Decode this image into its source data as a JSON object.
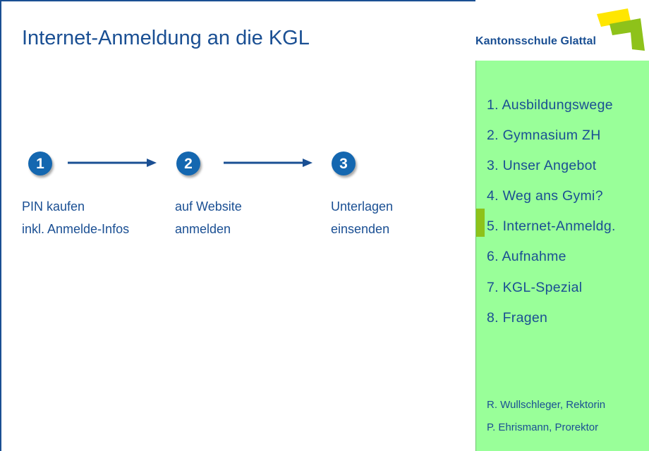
{
  "slide": {
    "title": "Internet-Anmeldung an die KGL",
    "steps": [
      {
        "number": "1",
        "line1": "PIN kaufen",
        "line2": "inkl. Anmelde-Infos"
      },
      {
        "number": "2",
        "line1": "auf Website",
        "line2": "anmelden"
      },
      {
        "number": "3",
        "line1": "Unterlagen",
        "line2": "einsenden"
      }
    ]
  },
  "logo": {
    "text": "Kantonsschule Glattal",
    "colors": [
      "#ffe600",
      "#8ec21a"
    ]
  },
  "sidebar": {
    "background": "#99ff99",
    "active_index": 4,
    "items": [
      {
        "label": "1. Ausbildungswege"
      },
      {
        "label": "2. Gymnasium ZH"
      },
      {
        "label": "3. Unser Angebot"
      },
      {
        "label": "4. Weg ans Gymi?"
      },
      {
        "label": "5. Internet-Anmeldg."
      },
      {
        "label": "6. Aufnahme"
      },
      {
        "label": "7. KGL-Spezial"
      },
      {
        "label": "8. Fragen"
      }
    ],
    "footer": [
      "R. Wullschleger, Rektorin",
      "P. Ehrismann, Prorektor"
    ]
  },
  "colors": {
    "text": "#1a4f93",
    "step_circle": "#1467b0"
  }
}
